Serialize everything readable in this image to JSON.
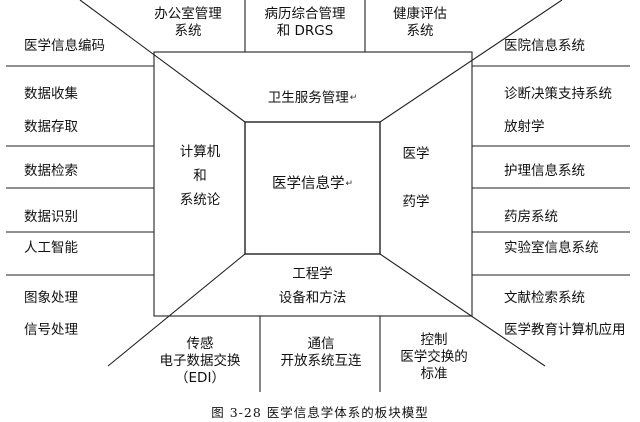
{
  "top_boxes": [
    "办公室管理\n系统",
    "病历综合管理\n和 DRGS",
    "健康评估\n系统"
  ],
  "left_items": [
    "医学信息编码",
    "数据收集",
    "数据存取",
    "数据检索",
    "数据识别",
    "人工智能",
    "图象处理",
    "信号处理"
  ],
  "right_items": [
    "医院信息系统",
    "诊断决策支持系统",
    "放射学",
    "护理信息系统",
    "药房系统",
    "实验室信息系统",
    "文献检索系统",
    "医学教育计算机应用"
  ],
  "bottom_boxes": [
    "传感\n电子数据交换\n（EDI）",
    "通信\n开放系统互连",
    "控制\n医学交换的\n标准"
  ],
  "center": "医学信息学",
  "frame_top": "卫生服务管理",
  "frame_left": "计算机\n和\n系统论",
  "frame_right": "医学\n\n药学",
  "frame_bottom": "工程学\n设备和方法",
  "caption": "图 3-28  医学信息学体系的板块模型"
}
